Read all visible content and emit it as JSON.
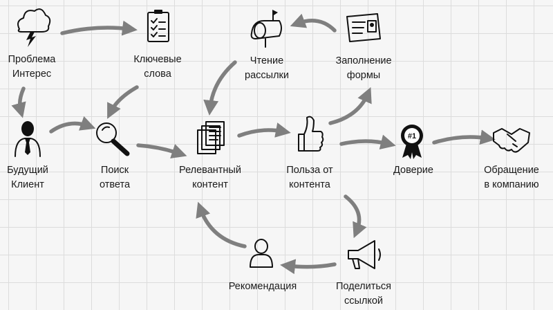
{
  "colors": {
    "arrow": "#7f7f7f",
    "ink": "#111111",
    "grid": "#dcdcdc",
    "background": "#f6f6f6"
  },
  "nodes": {
    "problem": {
      "icon": "storm-cloud-icon",
      "lines": [
        "Проблема",
        "Интерес"
      ]
    },
    "keywords": {
      "icon": "checklist-icon",
      "lines": [
        "Ключевые",
        "слова"
      ]
    },
    "newsletter": {
      "icon": "mailbox-icon",
      "lines": [
        "Чтение",
        "рассылки"
      ]
    },
    "form": {
      "icon": "id-card-icon",
      "lines": [
        "Заполнение",
        "формы"
      ]
    },
    "future_client": {
      "icon": "businessman-icon",
      "lines": [
        "Будущий",
        "Клиент"
      ]
    },
    "search": {
      "icon": "magnifier-icon",
      "lines": [
        "Поиск",
        "ответа"
      ]
    },
    "content": {
      "icon": "documents-icon",
      "lines": [
        "Релевантный",
        "контент"
      ]
    },
    "benefit": {
      "icon": "thumbs-up-icon",
      "lines": [
        "Польза от",
        "контента"
      ]
    },
    "trust": {
      "icon": "award-ribbon-icon",
      "lines": [
        "Доверие"
      ]
    },
    "contact": {
      "icon": "handshake-icon",
      "lines": [
        "Обращение",
        "в компанию"
      ]
    },
    "recommendation": {
      "icon": "person-icon",
      "lines": [
        "Рекомендация"
      ]
    },
    "share": {
      "icon": "megaphone-icon",
      "lines": [
        "Поделиться",
        "ссылкой"
      ]
    }
  },
  "award_badge_text": "#1"
}
